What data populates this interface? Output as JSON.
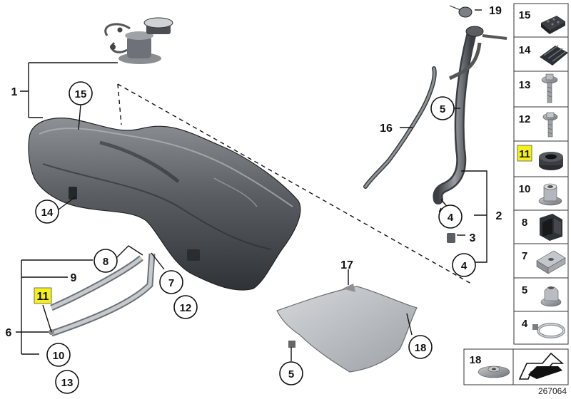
{
  "diagram_id": "267064",
  "highlight_color": "#f4f01a",
  "callouts": [
    {
      "label": "1"
    },
    {
      "label": "15"
    },
    {
      "label": "14"
    },
    {
      "label": "8"
    },
    {
      "label": "9"
    },
    {
      "label": "11"
    },
    {
      "label": "6"
    },
    {
      "label": "10"
    },
    {
      "label": "13"
    },
    {
      "label": "7"
    },
    {
      "label": "12"
    },
    {
      "label": "17"
    },
    {
      "label": "18"
    },
    {
      "label": "5"
    },
    {
      "label": "16"
    },
    {
      "label": "5"
    },
    {
      "label": "19"
    },
    {
      "label": "2"
    },
    {
      "label": "4"
    },
    {
      "label": "3"
    },
    {
      "label": "4"
    }
  ],
  "sidebar_items": [
    {
      "label": "15",
      "icon": "rubber-block-icon"
    },
    {
      "label": "14",
      "icon": "ribbed-pad-icon"
    },
    {
      "label": "13",
      "icon": "flange-bolt-icon"
    },
    {
      "label": "12",
      "icon": "hex-bolt-icon"
    },
    {
      "label": "11",
      "icon": "grommet-icon",
      "highlighted": true
    },
    {
      "label": "10",
      "icon": "spacer-sleeve-icon"
    },
    {
      "label": "8",
      "icon": "rubber-mount-icon"
    },
    {
      "label": "7",
      "icon": "clip-nut-icon"
    },
    {
      "label": "5",
      "icon": "collar-nut-icon"
    },
    {
      "label": "4",
      "icon": "hose-clamp-icon"
    }
  ],
  "bottom_items": [
    {
      "label": "18",
      "icon": "washer-nut-icon"
    },
    {
      "label": "",
      "icon": "arrow-tag-icon"
    }
  ]
}
